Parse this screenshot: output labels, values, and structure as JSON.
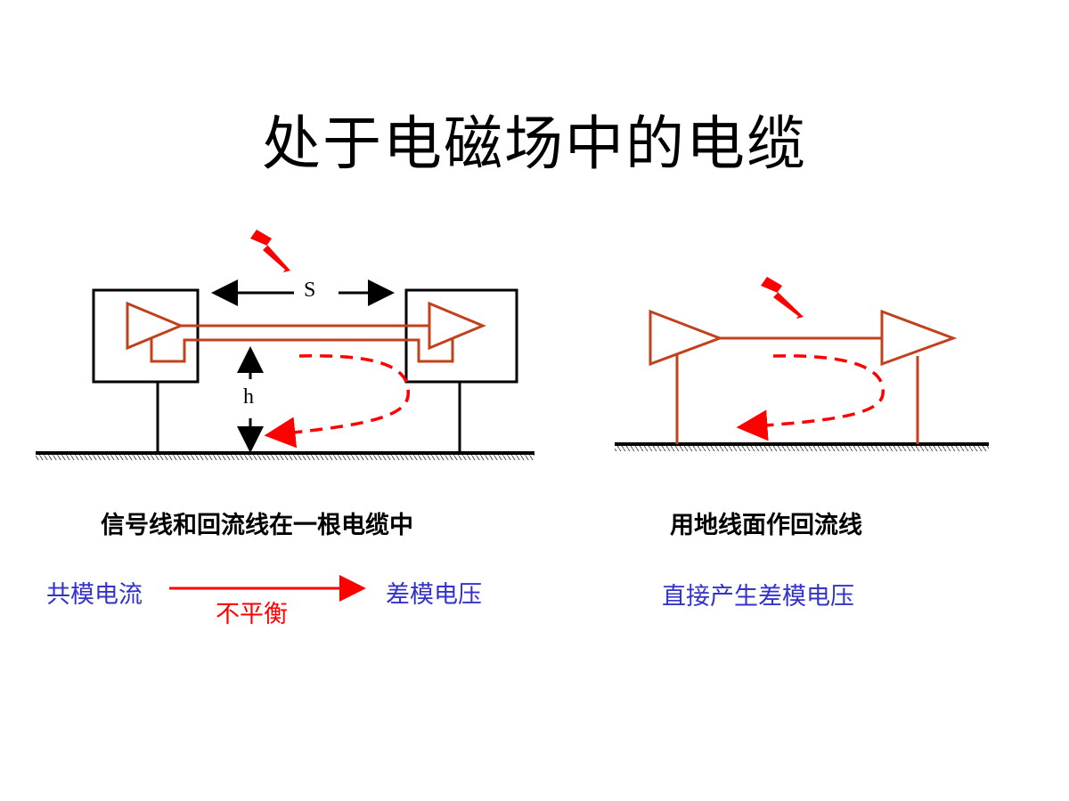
{
  "title": "处于电磁场中的电缆",
  "left_diagram": {
    "spacing_label": "S",
    "height_label": "h",
    "caption": "信号线和回流线在一根电缆中"
  },
  "right_diagram": {
    "caption": "用地线面作回流线"
  },
  "conversion": {
    "from": "共模电流",
    "via": "不平衡",
    "to": "差模电压"
  },
  "right_result": "直接产生差模电压",
  "colors": {
    "wire": "#c0411a",
    "accent_red": "#ff0000",
    "text_blue": "#3333cc"
  }
}
